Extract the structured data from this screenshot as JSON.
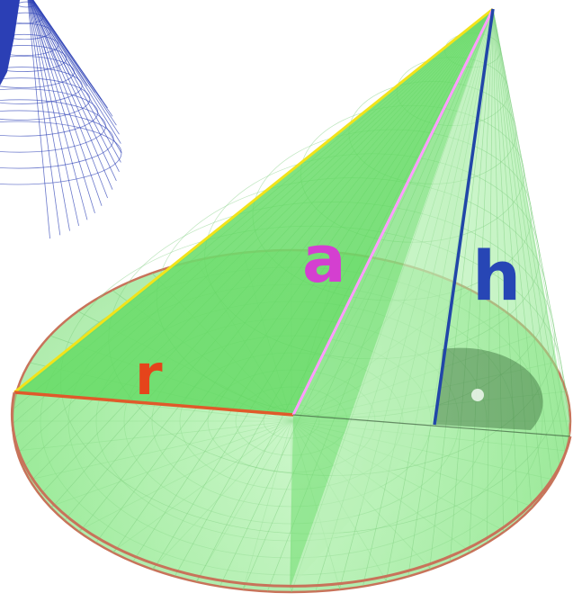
{
  "labels": {
    "radius": "r",
    "slant": "a",
    "height": "h"
  },
  "colors": {
    "cone_fill": "#9cf29a",
    "cone_fill_dark": "#5fd65f",
    "cone_edge": "#c8735a",
    "mesh": "#7fcf7f",
    "radius_line": "#e05a2a",
    "slant_line": "#ff9cff",
    "edge_line": "#f2e31a",
    "height_line": "#2146a8",
    "label_r": "#e5441b",
    "label_a": "#d43fd0",
    "label_h": "#2746b5",
    "wire_cone": "#2b3fb5"
  },
  "icons": [
    "right-angle-marker",
    "wireframe-cone-thumbnail"
  ]
}
